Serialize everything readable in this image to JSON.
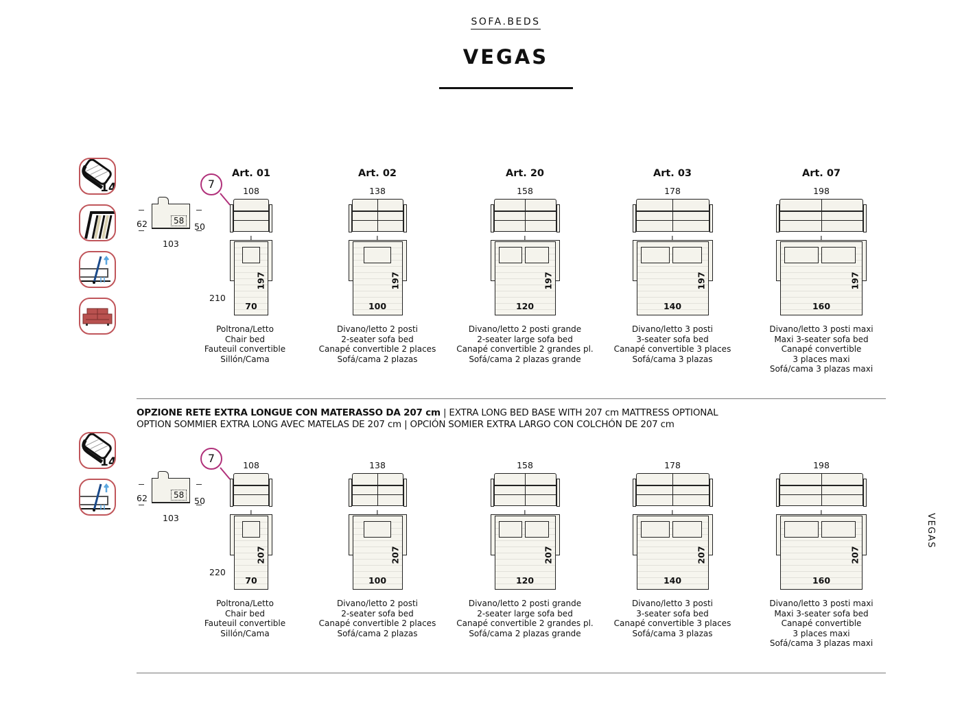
{
  "header": {
    "brand": "SOFA.BEDS",
    "title": "VEGAS",
    "side_label": "VEGAS"
  },
  "colors": {
    "icon_border": "#c0555a",
    "callout": "#b0307a",
    "sofa_red": "#b9514f"
  },
  "section1": {
    "icons": [
      "mattress-14-icon",
      "slatted-base-icon",
      "lift-mechanism-icon",
      "sofa-icon"
    ],
    "icon_text": "14",
    "callout": "7",
    "side_view": {
      "height": "62",
      "seat_height": "50",
      "depth": "103",
      "seat_depth": "58"
    },
    "open_length": "210",
    "mattress_length": "197",
    "articles": [
      {
        "art": "Art. 01",
        "width": "108",
        "w": 108,
        "mattress": "70",
        "desc": [
          "Poltrona/Letto",
          "Chair bed",
          "Fauteuil convertible",
          "Sillón/Cama"
        ]
      },
      {
        "art": "Art. 02",
        "width": "138",
        "w": 138,
        "mattress": "100",
        "desc": [
          "Divano/letto 2 posti",
          "2-seater sofa bed",
          "Canapé convertible 2 places",
          "Sofá/cama 2 plazas"
        ]
      },
      {
        "art": "Art. 20",
        "width": "158",
        "w": 158,
        "mattress": "120",
        "desc": [
          "Divano/letto 2 posti grande",
          "2-seater large sofa bed",
          "Canapé convertible 2 grandes pl.",
          "Sofá/cama 2 plazas grande"
        ]
      },
      {
        "art": "Art. 03",
        "width": "178",
        "w": 178,
        "mattress": "140",
        "desc": [
          "Divano/letto 3 posti",
          "3-seater sofa bed",
          "Canapé convertible 3 places",
          "Sofá/cama 3 plazas"
        ]
      },
      {
        "art": "Art. 07",
        "width": "198",
        "w": 198,
        "mattress": "160",
        "desc": [
          "Divano/letto 3 posti maxi",
          "Maxi 3-seater sofa bed",
          "Canapé convertible",
          "3 places maxi",
          "Sofá/cama 3 plazas maxi"
        ]
      }
    ]
  },
  "note": {
    "bold": "OPZIONE RETE EXTRA LONGUE CON MATERASSO DA 207 cm",
    "line1_rest": " | EXTRA LONG BED BASE WITH 207 cm MATTRESS OPTIONAL",
    "line2": "OPTION SOMMIER EXTRA LONG AVEC MATELAS DE 207 cm | OPCIÓN SOMIER EXTRA LARGO CON COLCHÓN DE 207 cm"
  },
  "section2": {
    "icons": [
      "mattress-14-icon",
      "lift-mechanism-icon"
    ],
    "icon_text": "14",
    "callout": "7",
    "side_view": {
      "height": "62",
      "seat_height": "50",
      "depth": "103",
      "seat_depth": "58"
    },
    "open_length": "220",
    "mattress_length": "207",
    "articles": [
      {
        "width": "108",
        "w": 108,
        "mattress": "70",
        "desc": [
          "Poltrona/Letto",
          "Chair bed",
          "Fauteuil convertible",
          "Sillón/Cama"
        ]
      },
      {
        "width": "138",
        "w": 138,
        "mattress": "100",
        "desc": [
          "Divano/letto 2 posti",
          "2-seater sofa bed",
          "Canapé convertible 2 places",
          "Sofá/cama 2 plazas"
        ]
      },
      {
        "width": "158",
        "w": 158,
        "mattress": "120",
        "desc": [
          "Divano/letto 2 posti grande",
          "2-seater large sofa bed",
          "Canapé convertible 2 grandes pl.",
          "Sofá/cama 2 plazas grande"
        ]
      },
      {
        "width": "178",
        "w": 178,
        "mattress": "140",
        "desc": [
          "Divano/letto 3 posti",
          "3-seater sofa bed",
          "Canapé convertible 3 places",
          "Sofá/cama 3 plazas"
        ]
      },
      {
        "width": "198",
        "w": 198,
        "mattress": "160",
        "desc": [
          "Divano/letto 3 posti maxi",
          "Maxi 3-seater sofa bed",
          "Canapé convertible",
          "3 places maxi",
          "Sofá/cama 3 plazas maxi"
        ]
      }
    ]
  }
}
